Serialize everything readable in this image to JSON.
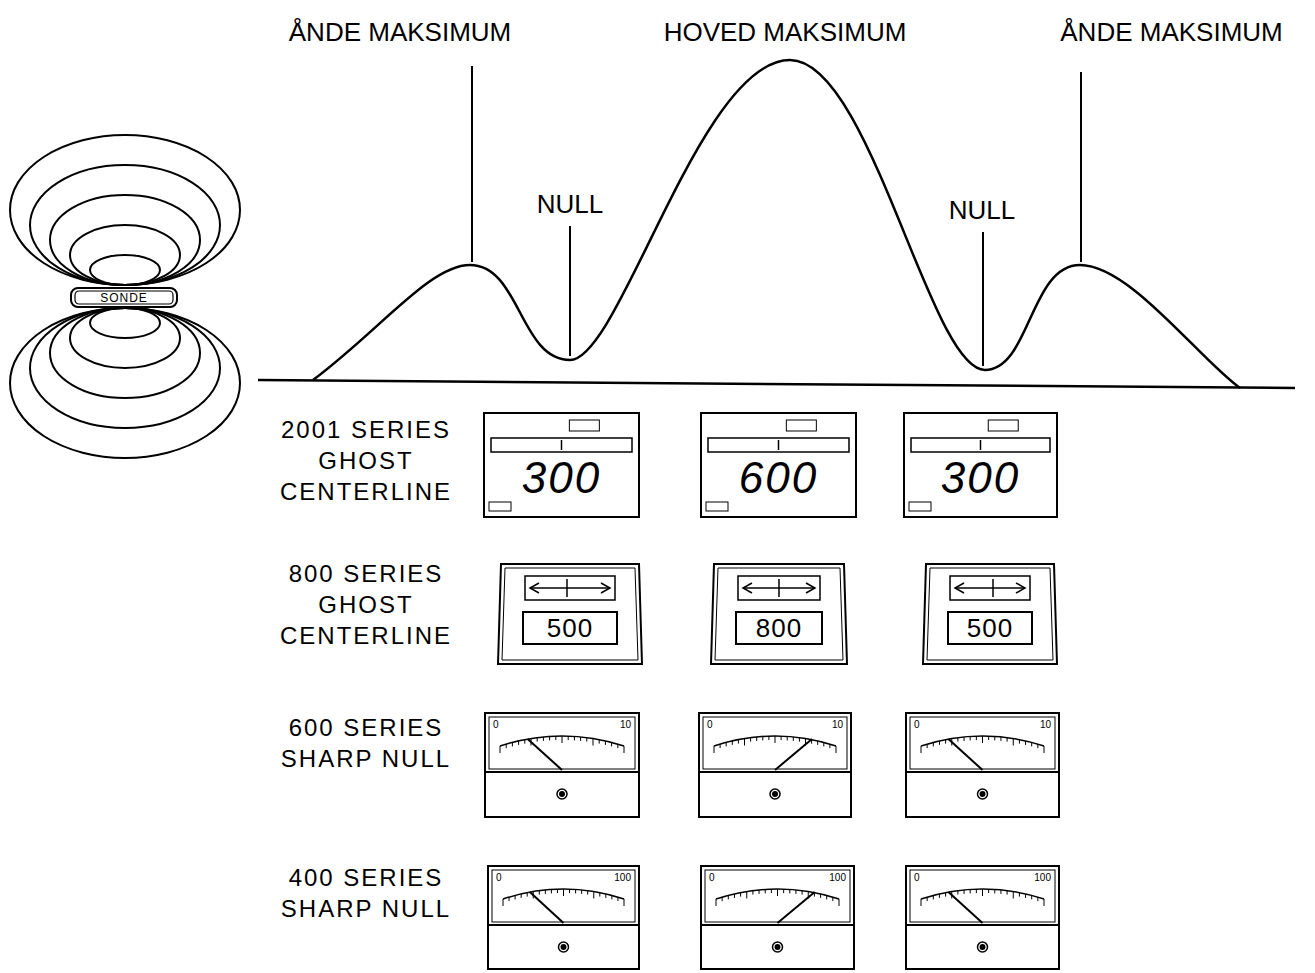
{
  "diagram": {
    "nodes": [
      {
        "text": [
          "SONDE"
        ]
      },
      {
        "text": [
          "300"
        ]
      },
      {
        "text": [
          "600"
        ]
      },
      {
        "text": [
          "300"
        ]
      },
      {
        "text": [
          "500"
        ]
      },
      {
        "text": [
          "800"
        ]
      },
      {
        "text": [
          "500"
        ]
      },
      {
        "text": [
          "0",
          "10"
        ]
      },
      {
        "text": [
          "0",
          "10"
        ]
      },
      {
        "text": [
          "0",
          "10"
        ]
      },
      {
        "text": [
          "0",
          "100"
        ]
      },
      {
        "text": [
          "0",
          "100"
        ]
      },
      {
        "text": [
          "0",
          "100"
        ]
      }
    ],
    "labels": [
      "ÅNDE MAKSIMUM",
      "HOVED MAKSIMUM",
      "ÅNDE MAKSIMUM",
      "NULL",
      "NULL",
      "2001 SERIES GHOST CENTERLINE",
      "800 SERIES GHOST CENTERLINE",
      "600 SERIES SHARP NULL",
      "400 SERIES SHARP NULL"
    ]
  }
}
